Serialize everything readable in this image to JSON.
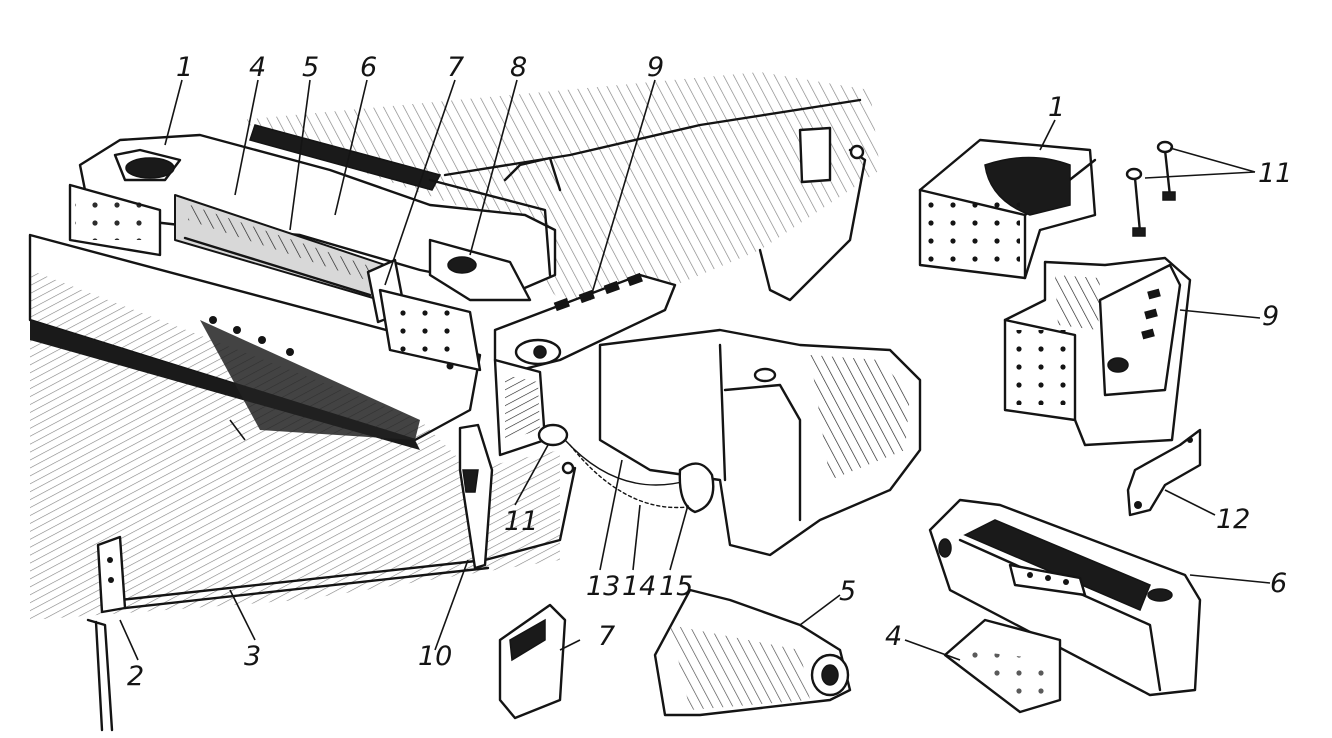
{
  "diagram": {
    "labels": {
      "l1_top": "1",
      "l4_top": "4",
      "l5_top": "5",
      "l6_top": "6",
      "l7_top": "7",
      "l8_top": "8",
      "l9_top": "9",
      "l2": "2",
      "l3": "3",
      "l10": "10",
      "l11_mid": "11",
      "l13": "13",
      "l14": "14",
      "l15": "15",
      "l7_part": "7",
      "l5_part": "5",
      "l4_part": "4",
      "l6_part": "6",
      "l12": "12",
      "l9_part": "9",
      "l1_part": "1",
      "l11_part": "11"
    }
  }
}
